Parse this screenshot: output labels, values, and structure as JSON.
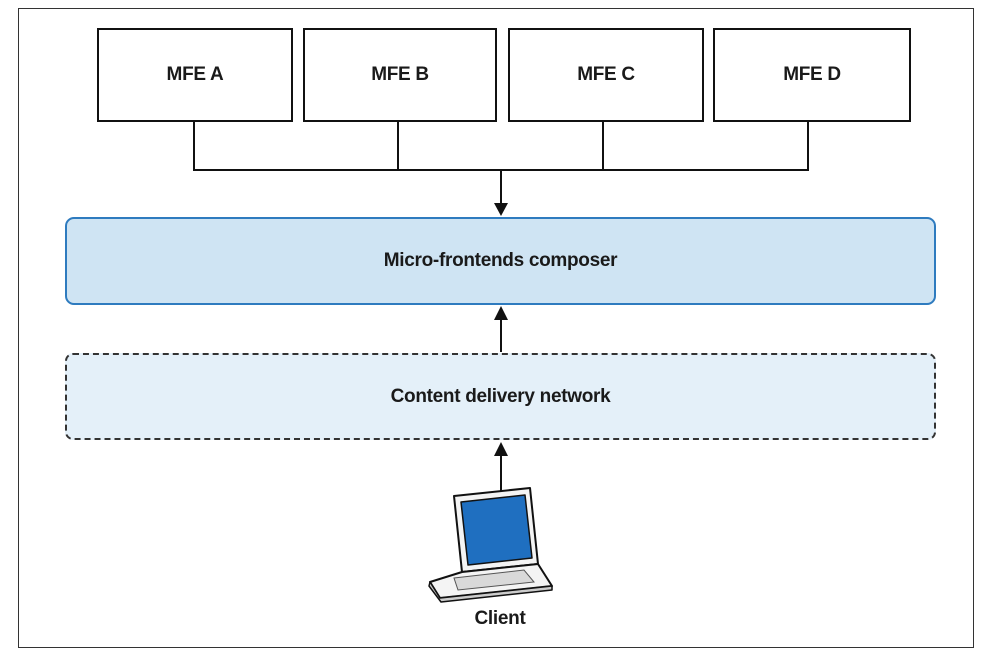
{
  "diagram": {
    "mfes": [
      {
        "label": "MFE A"
      },
      {
        "label": "MFE B"
      },
      {
        "label": "MFE C"
      },
      {
        "label": "MFE D"
      }
    ],
    "composer_label": "Micro-frontends composer",
    "cdn_label": "Content delivery network",
    "client_label": "Client",
    "colors": {
      "composer_fill": "#cfe4f3",
      "composer_border": "#2e7bbf",
      "cdn_fill": "#e4f0f9",
      "laptop_screen": "#1f6fc0"
    },
    "icons": [
      "laptop-icon",
      "arrow-up-icon",
      "arrow-down-icon"
    ]
  }
}
